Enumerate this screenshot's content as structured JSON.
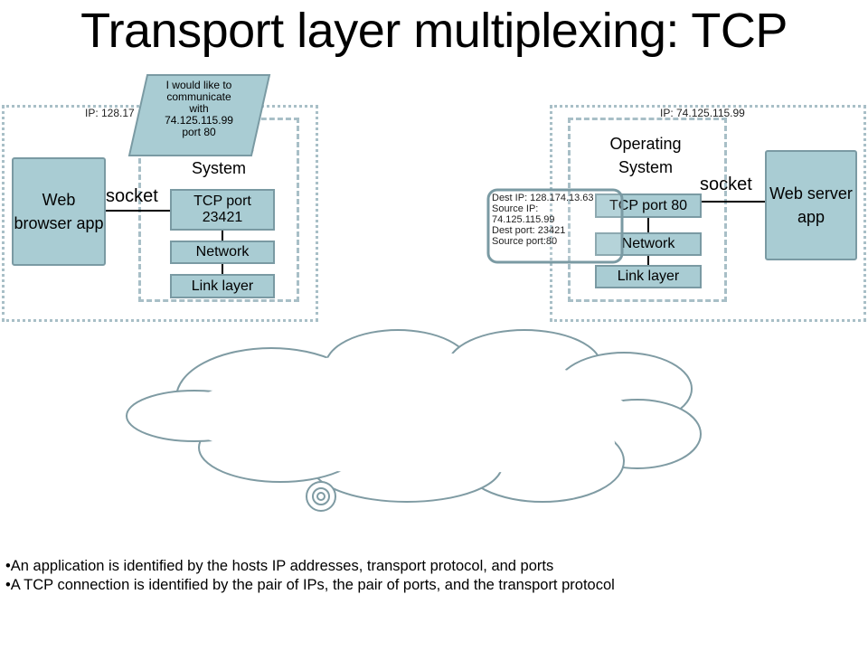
{
  "title": "Transport layer multiplexing: TCP",
  "left_host": {
    "ip_label": "IP: 128.17",
    "os_label": "Operating System",
    "app_label": "Web browser app",
    "socket_label": "socket",
    "tcp_port_label": "TCP port 23421",
    "network_label": "Network",
    "link_label": "Link layer"
  },
  "right_host": {
    "ip_label": "IP: 74.125.115.99",
    "os_label": "Operating System",
    "app_label": "Web server app",
    "socket_label": "socket",
    "tcp_port_label": "TCP port 80",
    "network_label": "Network",
    "link_label": "Link layer"
  },
  "request_note": {
    "lines": [
      "I would like to",
      "communicate",
      "with",
      "74.125.115.99",
      "port 80"
    ]
  },
  "packet_header": {
    "lines": [
      "Dest IP: 128.174.13.63",
      "Source IP:",
      "74.125.115.99",
      "Dest port: 23421",
      "Source port:80"
    ]
  },
  "bullets": [
    "An application is identified by the hosts IP addresses, transport protocol, and ports",
    "A TCP connection is identified by the pair of IPs, the pair of ports, and the transport protocol"
  ],
  "colors": {
    "box_fill": "#a9ccd3",
    "box_border": "#7a9aa3",
    "dotted_border": "#a8bfc7",
    "cloud_stroke": "#7f9ba3"
  }
}
